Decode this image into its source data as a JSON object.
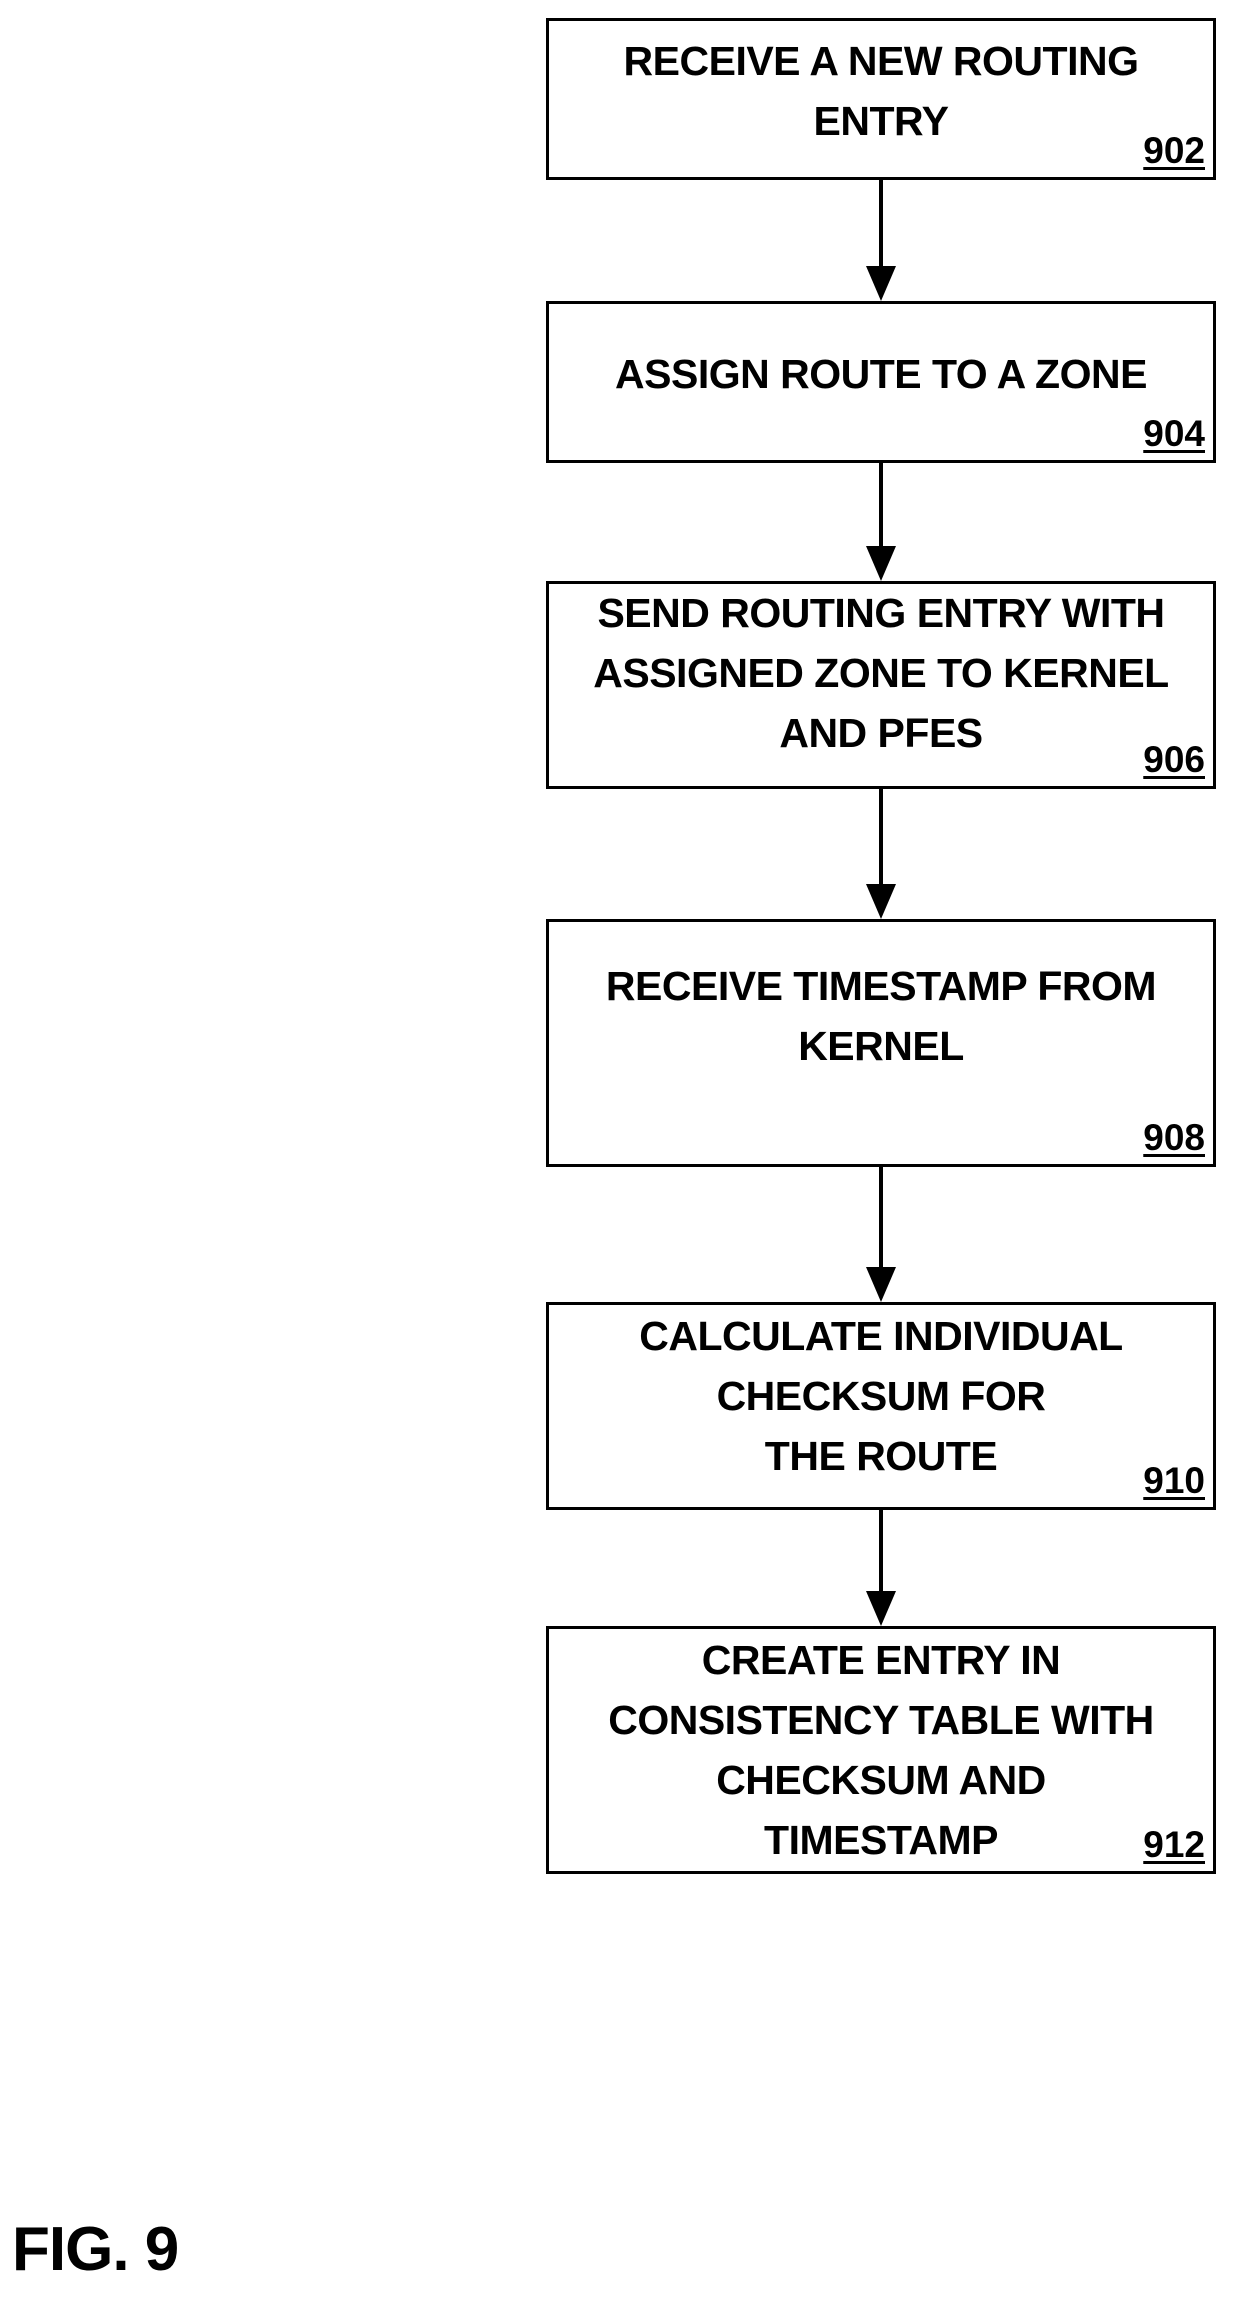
{
  "steps": [
    {
      "text": "RECEIVE A NEW ROUTING\nENTRY",
      "ref": "902"
    },
    {
      "text": "ASSIGN ROUTE TO A ZONE",
      "ref": "904"
    },
    {
      "text": "SEND ROUTING ENTRY WITH\nASSIGNED ZONE TO KERNEL\nAND PFES",
      "ref": "906"
    },
    {
      "text": "RECEIVE TIMESTAMP FROM\nKERNEL",
      "ref": "908"
    },
    {
      "text": "CALCULATE INDIVIDUAL\nCHECKSUM FOR\nTHE ROUTE",
      "ref": "910"
    },
    {
      "text": "CREATE ENTRY IN\nCONSISTENCY TABLE WITH\nCHECKSUM AND\nTIMESTAMP",
      "ref": "912"
    }
  ],
  "figure_label": "FIG. 9"
}
